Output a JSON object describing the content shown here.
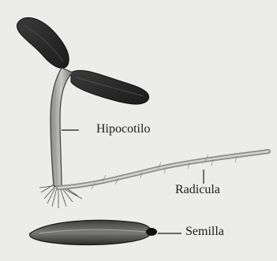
{
  "figure": {
    "labels": {
      "hypocotyl": "Hipocotilo",
      "radicle": "Radicula",
      "seed": "Semilla"
    }
  }
}
